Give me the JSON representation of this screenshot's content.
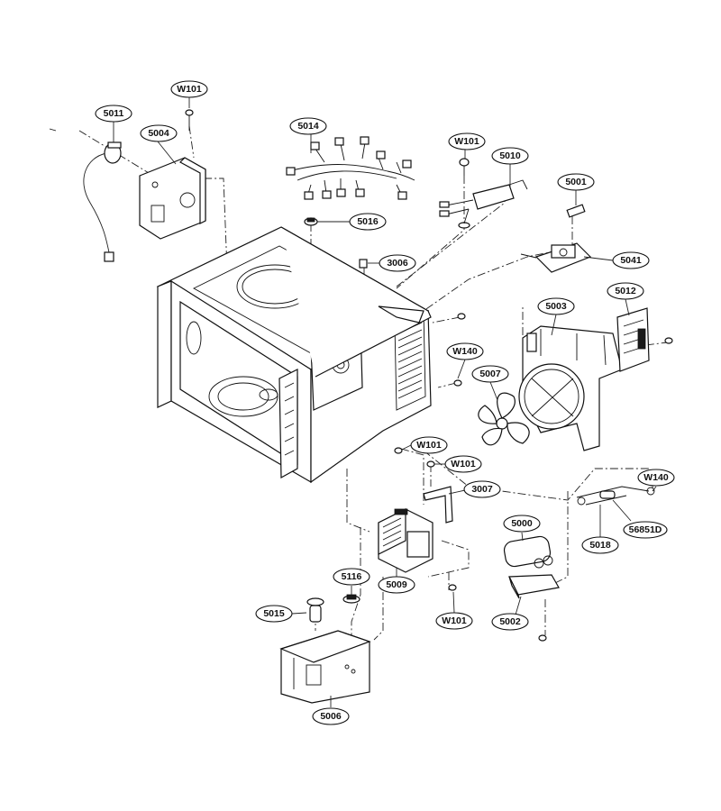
{
  "callouts": {
    "W101_top": "W101",
    "p5011": "5011",
    "p5004": "5004",
    "p5014": "5014",
    "W101_mid": "W101",
    "p5010": "5010",
    "p5001": "5001",
    "p5016": "5016",
    "p3006": "3006",
    "p5041": "5041",
    "p5003": "5003",
    "p5012": "5012",
    "W140_a": "W140",
    "p5007": "5007",
    "W101_b": "W101",
    "W101_c": "W101",
    "p3007": "3007",
    "W140_b": "W140",
    "p5000": "5000",
    "p5018": "5018",
    "p56851D": "56851D",
    "p5116": "5116",
    "p5015": "5015",
    "p5009": "5009",
    "W101_d": "W101",
    "p5002": "5002",
    "p5006": "5006"
  },
  "colors": {
    "line": "#111111",
    "background": "#ffffff"
  }
}
